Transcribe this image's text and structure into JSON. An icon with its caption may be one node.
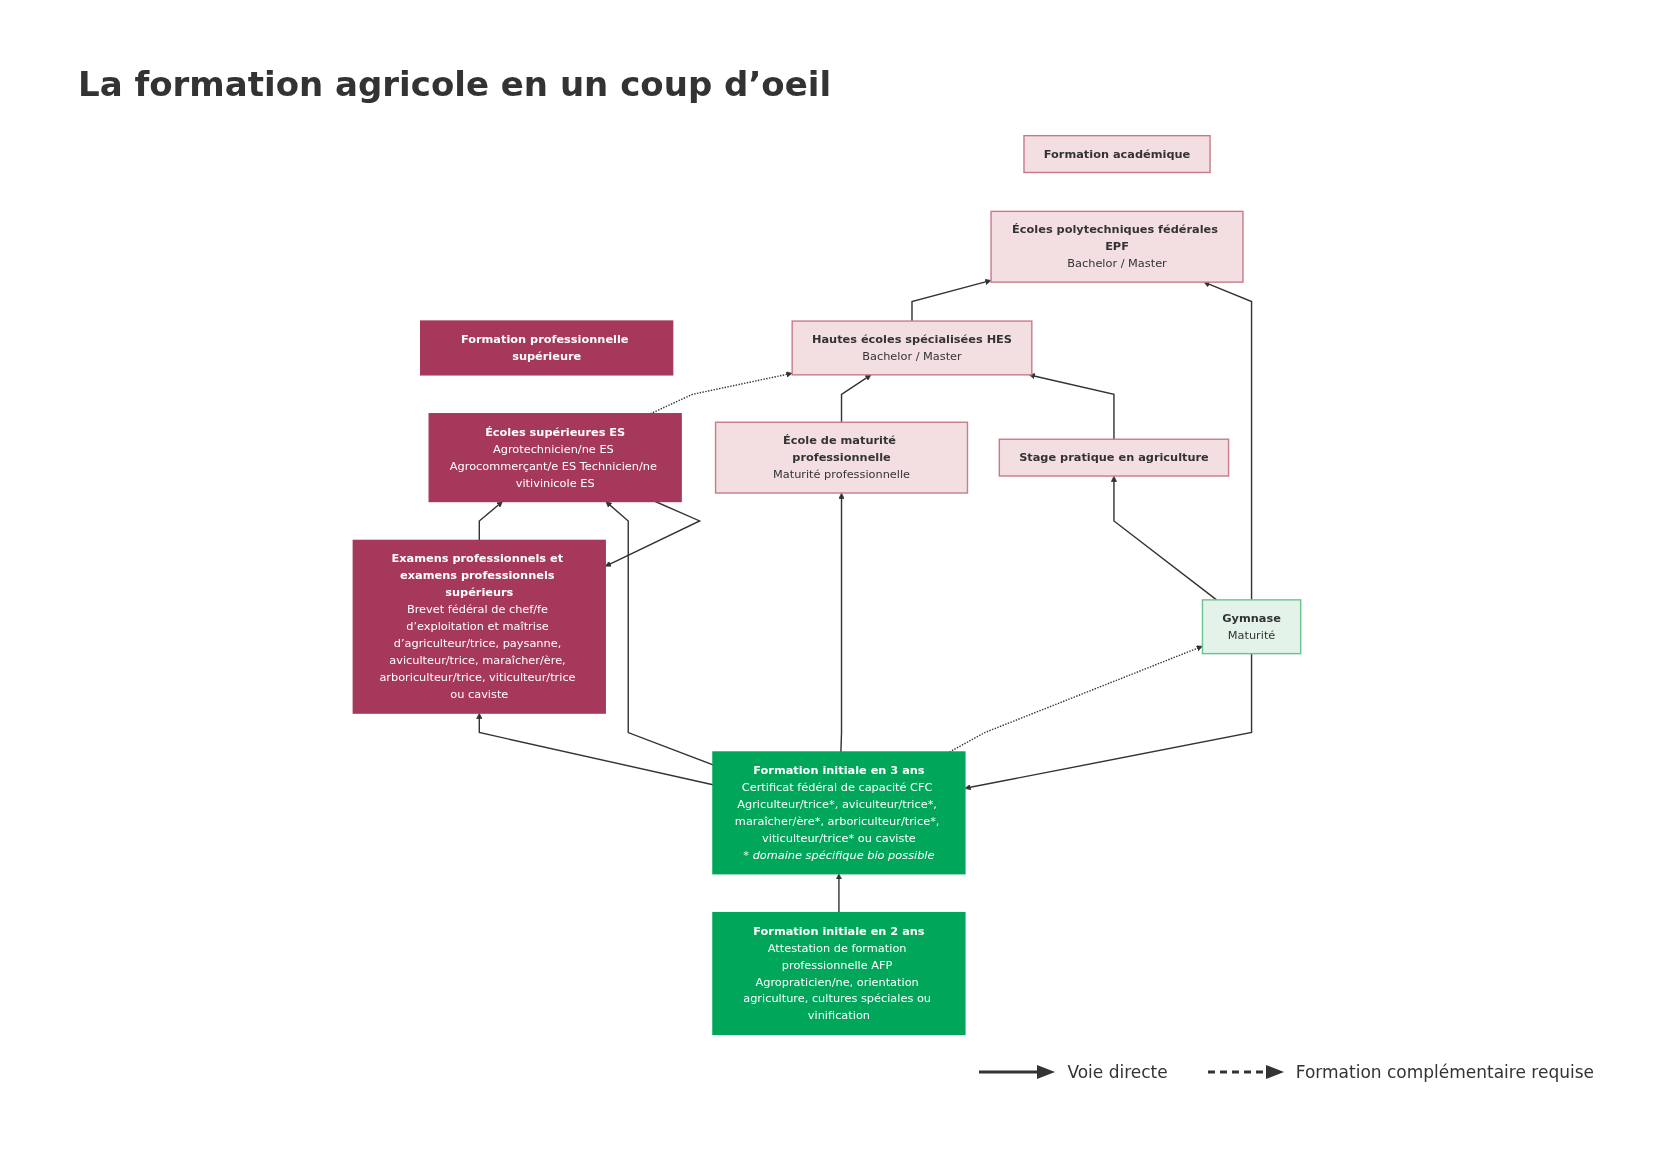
{
  "diagram": {
    "title": "La formation agricole en un coup d’oeil",
    "nodes": [
      {
        "text": [
          "Formation professionnelle supérieure"
        ]
      },
      {
        "text": [
          "Formation académique"
        ]
      },
      {
        "text": [
          "Examens professionnels et examens professionnels supérieurs",
          "Brevet fédéral de chef/fe d’exploitation et maîtrise d’agriculteur/trice, paysanne, aviculteur/trice, maraîcher/ère, arboriculteur/trice, viticulteur/trice ou caviste"
        ]
      },
      {
        "text": [
          "Écoles supérieures ES",
          "Agrotechnicien/ne ES Agrocommerçant/e ES Technicien/ne vitivinicole ES"
        ]
      },
      {
        "text": [
          "Hautes écoles spécialisées HES",
          "Bachelor / Master"
        ]
      },
      {
        "text": [
          "Écoles polytechniques fédérales EPF",
          "Bachelor / Master"
        ]
      },
      {
        "text": [
          "École de maturité professionnelle",
          "Maturité professionnelle"
        ]
      },
      {
        "text": [
          "Stage pratique en agriculture"
        ]
      },
      {
        "text": [
          "Formation initiale en 2 ans",
          "Attestation de formation professionnelle AFP Agropraticien/ne, orientation agriculture, cultures spéciales ou vinification"
        ]
      },
      {
        "text": [
          "Formation initiale en 3 ans",
          "Certificat fédéral de capacité CFC Agriculteur/trice*, aviculteur/trice*, maraîcher/ère*, arboriculteur/trice*, viticulteur/trice* ou caviste",
          "* domaine spécifique bio possible"
        ]
      },
      {
        "text": [
          "Gymnase",
          "Maturité"
        ]
      }
    ],
    "edges": [
      {
        "from": 2,
        "to": 3,
        "arrow": "to"
      },
      {
        "from": 3,
        "to": 2,
        "arrow": "to"
      },
      {
        "from": 3,
        "to": 4,
        "arrow": "to",
        "style": "dashed"
      },
      {
        "from": 4,
        "to": 5,
        "arrow": "to"
      },
      {
        "from": 6,
        "to": 4,
        "arrow": "to"
      },
      {
        "from": 7,
        "to": 4,
        "arrow": "to"
      },
      {
        "from": 10,
        "to": 5,
        "arrow": "to"
      },
      {
        "from": 10,
        "to": 7,
        "arrow": "to"
      },
      {
        "from": 10,
        "to": 9,
        "arrow": "to"
      },
      {
        "from": 9,
        "to": 10,
        "arrow": "to",
        "style": "dashed"
      },
      {
        "from": 9,
        "to": 6,
        "arrow": "to"
      },
      {
        "from": 9,
        "to": 3,
        "arrow": "to"
      },
      {
        "from": 9,
        "to": 2,
        "arrow": "to"
      },
      {
        "from": 8,
        "to": 9,
        "arrow": "to"
      }
    ],
    "legend": [
      {
        "text": "Voie directe"
      },
      {
        "text": "Formation complémentaire requise"
      }
    ]
  }
}
